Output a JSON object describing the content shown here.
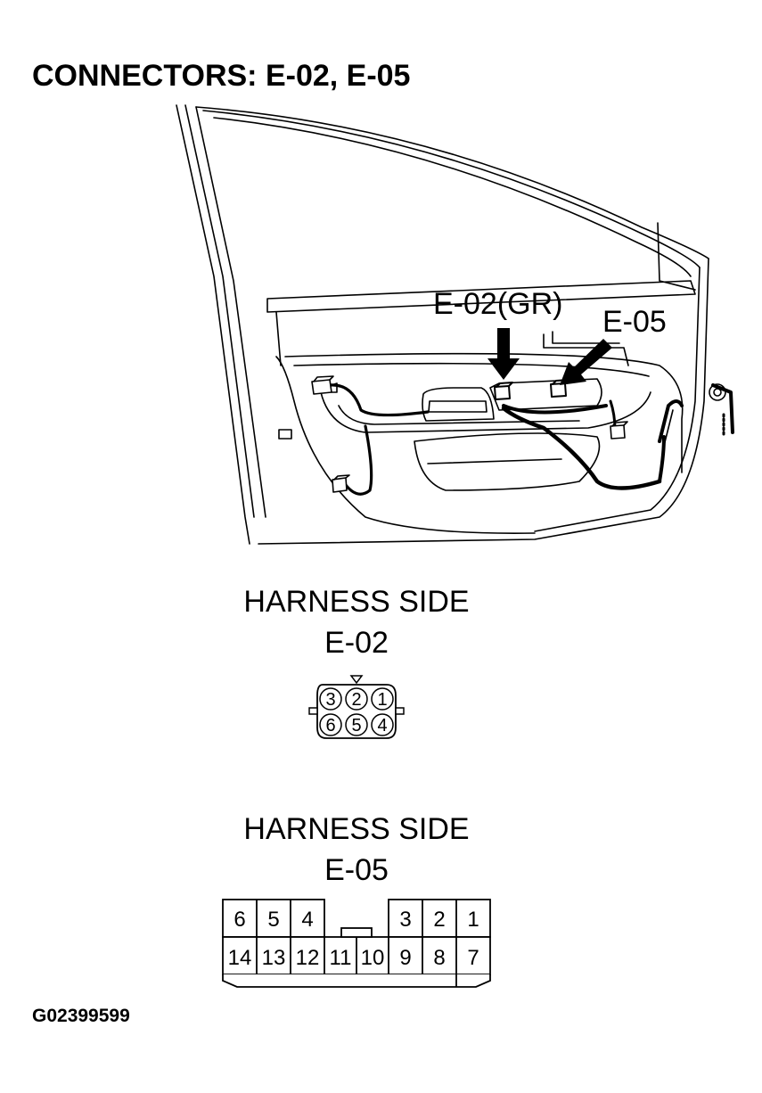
{
  "title": "CONNECTORS: E-02, E-05",
  "callouts": {
    "e02": "E-02(GR)",
    "e05": "E-05"
  },
  "harness_e02": {
    "label": "HARNESS SIDE",
    "connector": "E-02",
    "top_row": [
      "3",
      "2",
      "1"
    ],
    "bottom_row": [
      "6",
      "5",
      "4"
    ]
  },
  "harness_e05": {
    "label": "HARNESS SIDE",
    "connector": "E-05",
    "top_left": [
      "6",
      "5",
      "4"
    ],
    "top_right": [
      "3",
      "2",
      "1"
    ],
    "bottom_row": [
      "14",
      "13",
      "12",
      "11",
      "10",
      "9",
      "8",
      "7"
    ]
  },
  "figure_id": "G02399599"
}
